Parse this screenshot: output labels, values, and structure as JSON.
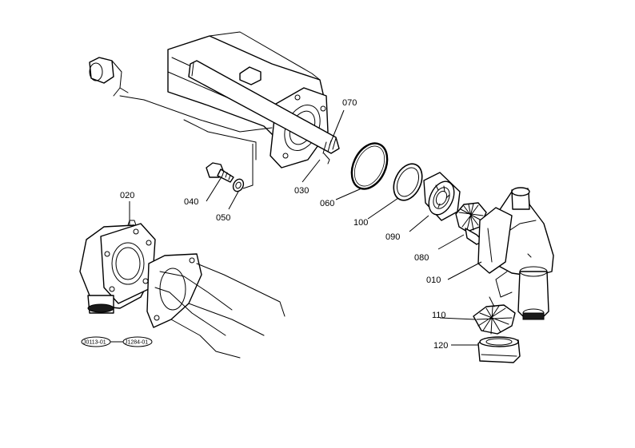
{
  "parts": [
    {
      "id": "p010",
      "label": "010"
    },
    {
      "id": "p020",
      "label": "020"
    },
    {
      "id": "p030",
      "label": "030"
    },
    {
      "id": "p040",
      "label": "040"
    },
    {
      "id": "p050",
      "label": "050"
    },
    {
      "id": "p060",
      "label": "060"
    },
    {
      "id": "p070",
      "label": "070"
    },
    {
      "id": "p080",
      "label": "080"
    },
    {
      "id": "p090",
      "label": "090"
    },
    {
      "id": "p100",
      "label": "100"
    },
    {
      "id": "p110",
      "label": "110"
    },
    {
      "id": "p120",
      "label": "120"
    }
  ],
  "references": [
    "J0113-01",
    "J1284-01"
  ]
}
